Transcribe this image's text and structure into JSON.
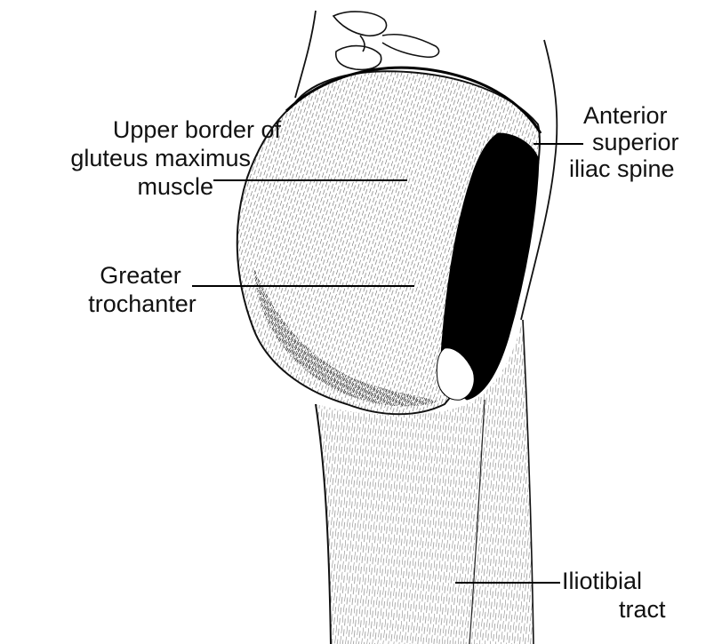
{
  "labels": {
    "upper_border": {
      "line1": "Upper border of",
      "line2": "gluteus maximus",
      "line3": "muscle"
    },
    "greater_trochanter": {
      "line1": "Greater",
      "line2": "trochanter"
    },
    "asis": {
      "line1": "Anterior",
      "line2": "superior",
      "line3": "iliac spine"
    },
    "iliotibial": {
      "line1": "Iliotibial",
      "line2": "tract"
    }
  },
  "colors": {
    "ink": "#111111",
    "paper": "#ffffff",
    "shadow": "#000000"
  },
  "icons": [
    "gluteal-region-drawing"
  ]
}
